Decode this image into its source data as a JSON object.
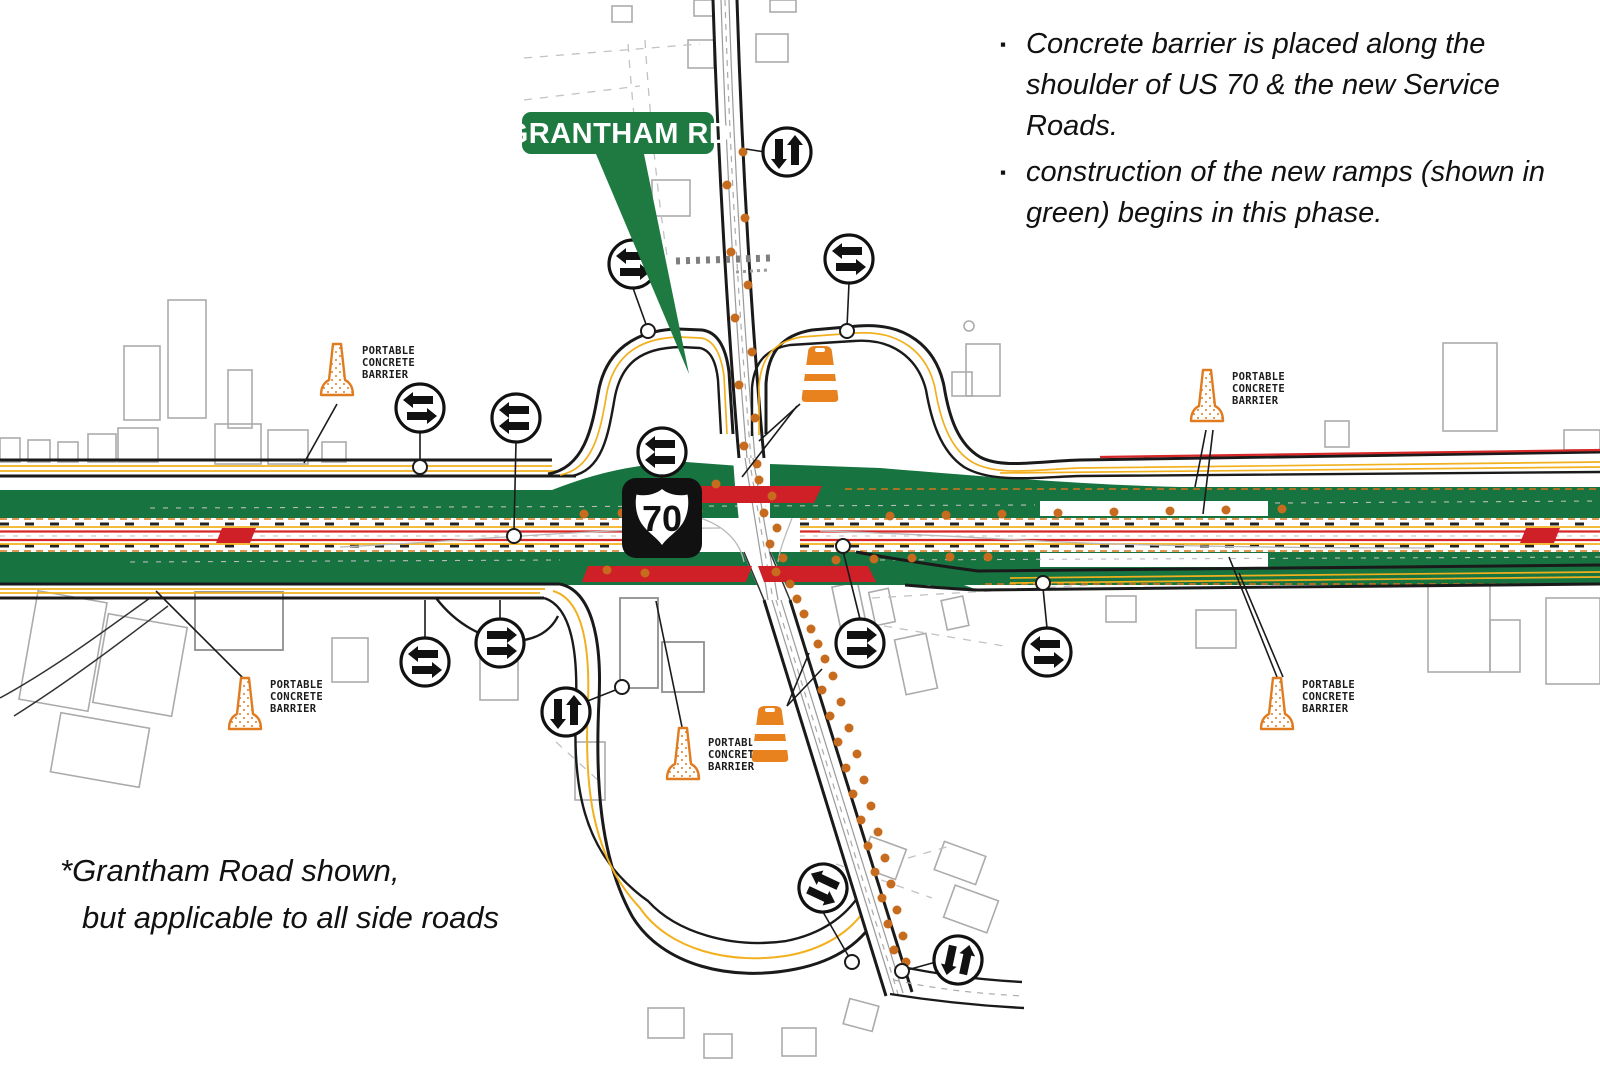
{
  "annotations": {
    "bullet_marker": "▪",
    "bullet1": "Concrete barrier is placed along the shoulder of US 70 & the new Service Roads.",
    "bullet2": "construction of the new ramps (shown in green) begins in this phase.",
    "footnote_line1": "*Grantham Road shown,",
    "footnote_line2": "but applicable to all side roads"
  },
  "signs": {
    "street_sign": "GRANTHAM RD",
    "route_shield": "70"
  },
  "labels": {
    "pcb": [
      "PORTABLE",
      "CONCRETE",
      "BARRIER"
    ]
  },
  "icons": {
    "two_way_traffic": "⇄",
    "one_way_left": "⇐",
    "one_way_right": "⇒",
    "two_way_vertical": "⇅",
    "traffic_drum": "orange barrel with white stripes",
    "portable_concrete_barrier": "orange stippled cone"
  },
  "colors": {
    "new_ramp_green": "#177440",
    "closure_red": "#cf1f27",
    "device_orange": "#e07b20",
    "lane_yellow": "#f2b01e"
  }
}
